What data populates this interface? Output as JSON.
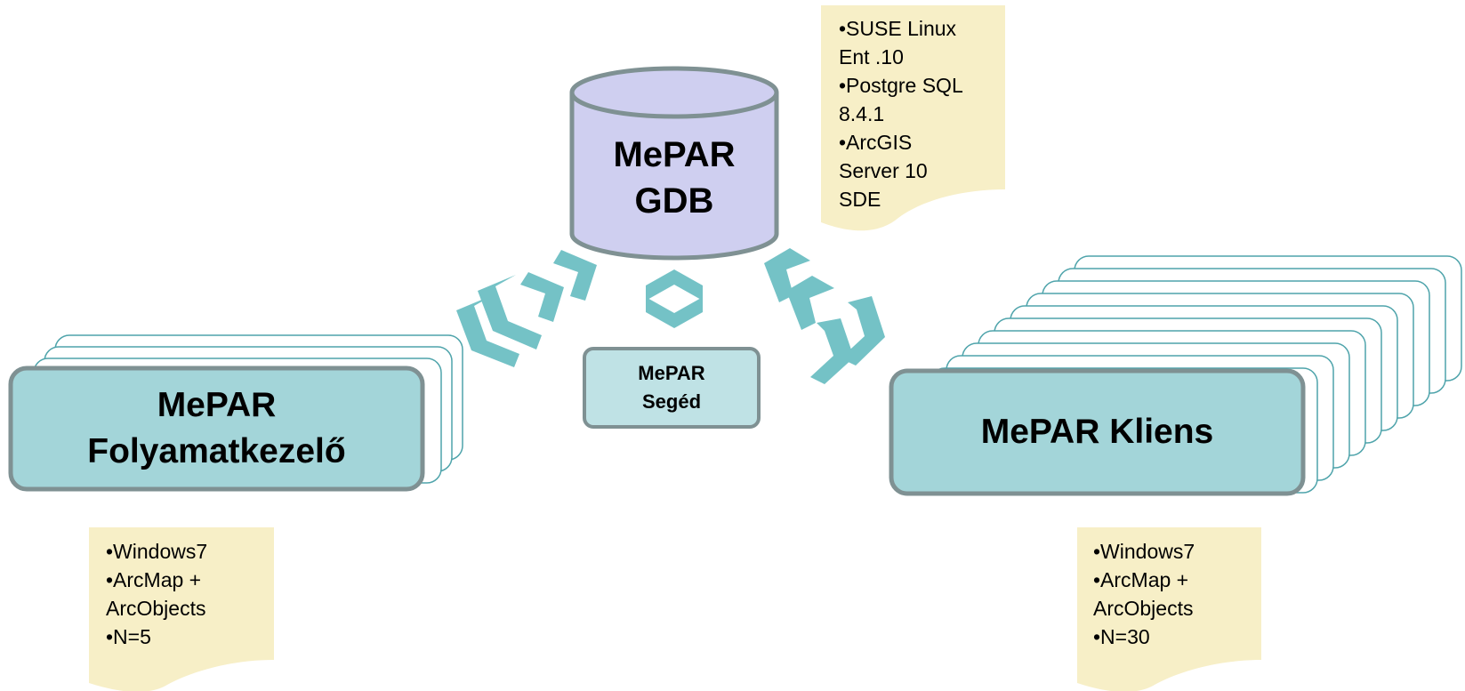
{
  "database": {
    "line1": "MePAR",
    "line2": "GDB"
  },
  "helper": {
    "line1": "MePAR",
    "line2": "Segéd"
  },
  "process_manager": {
    "line1": "MePAR",
    "line2": "Folyamatkezelő"
  },
  "client": {
    "label": "MePAR Kliens"
  },
  "notes": {
    "server": [
      "•SUSE Linux",
      "Ent .10",
      "•Postgre SQL",
      "8.4.1",
      "•ArcGIS",
      "Server 10",
      "SDE"
    ],
    "process_manager": [
      "•Windows7",
      "•ArcMap +",
      "ArcObjects",
      "•N=5"
    ],
    "client": [
      "•Windows7",
      "•ArcMap +",
      "ArcObjects",
      "•N=30"
    ]
  },
  "colors": {
    "box_fill": "#a3d5d9",
    "box_stroke": "#7f9193",
    "db_fill": "#cfcff0",
    "arrow": "#74c2c6",
    "note_fill": "#f7efc7",
    "stack_stroke": "#4fa4ab"
  }
}
